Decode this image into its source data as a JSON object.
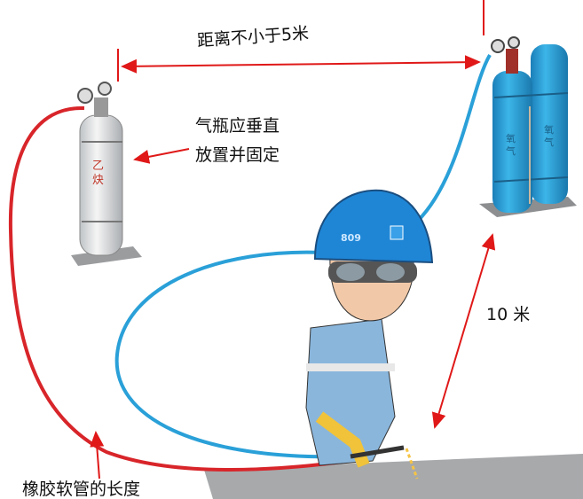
{
  "labels": {
    "distance": "距离不小于5米",
    "vertical_line1": "气瓶应垂直",
    "vertical_line2": "放置并固定",
    "ten_meters": "10 米",
    "hose_length": "橡胶软管的长度"
  },
  "cylinders": {
    "acetylene_label": "乙炔",
    "oxygen_label": "氧气"
  },
  "helmet_number": "809",
  "colors": {
    "arrow": "#e01818",
    "acetylene_hose": "#d8252a",
    "oxygen_hose": "#2aa0d8",
    "oxygen_cylinder": "#2b9fd6",
    "helmet": "#1f86d6"
  }
}
